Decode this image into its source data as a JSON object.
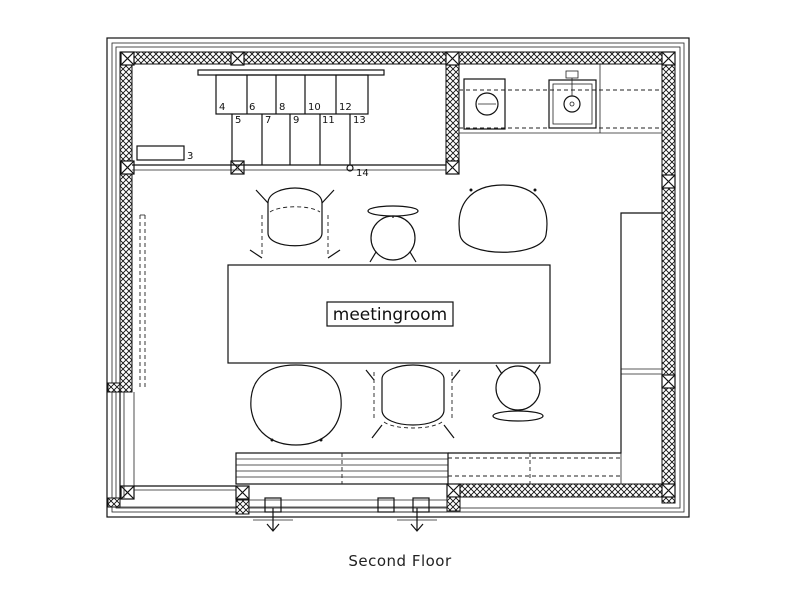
{
  "plan": {
    "caption": "Second Floor",
    "room_label": "meetingroom",
    "stair_steps_upper": [
      "4",
      "6",
      "8",
      "10",
      "12"
    ],
    "stair_steps_lower": [
      "5",
      "7",
      "9",
      "11",
      "13"
    ],
    "stair_step_first": "3",
    "stair_step_last": "14"
  },
  "colors": {
    "line": "#111111",
    "background": "#ffffff"
  }
}
